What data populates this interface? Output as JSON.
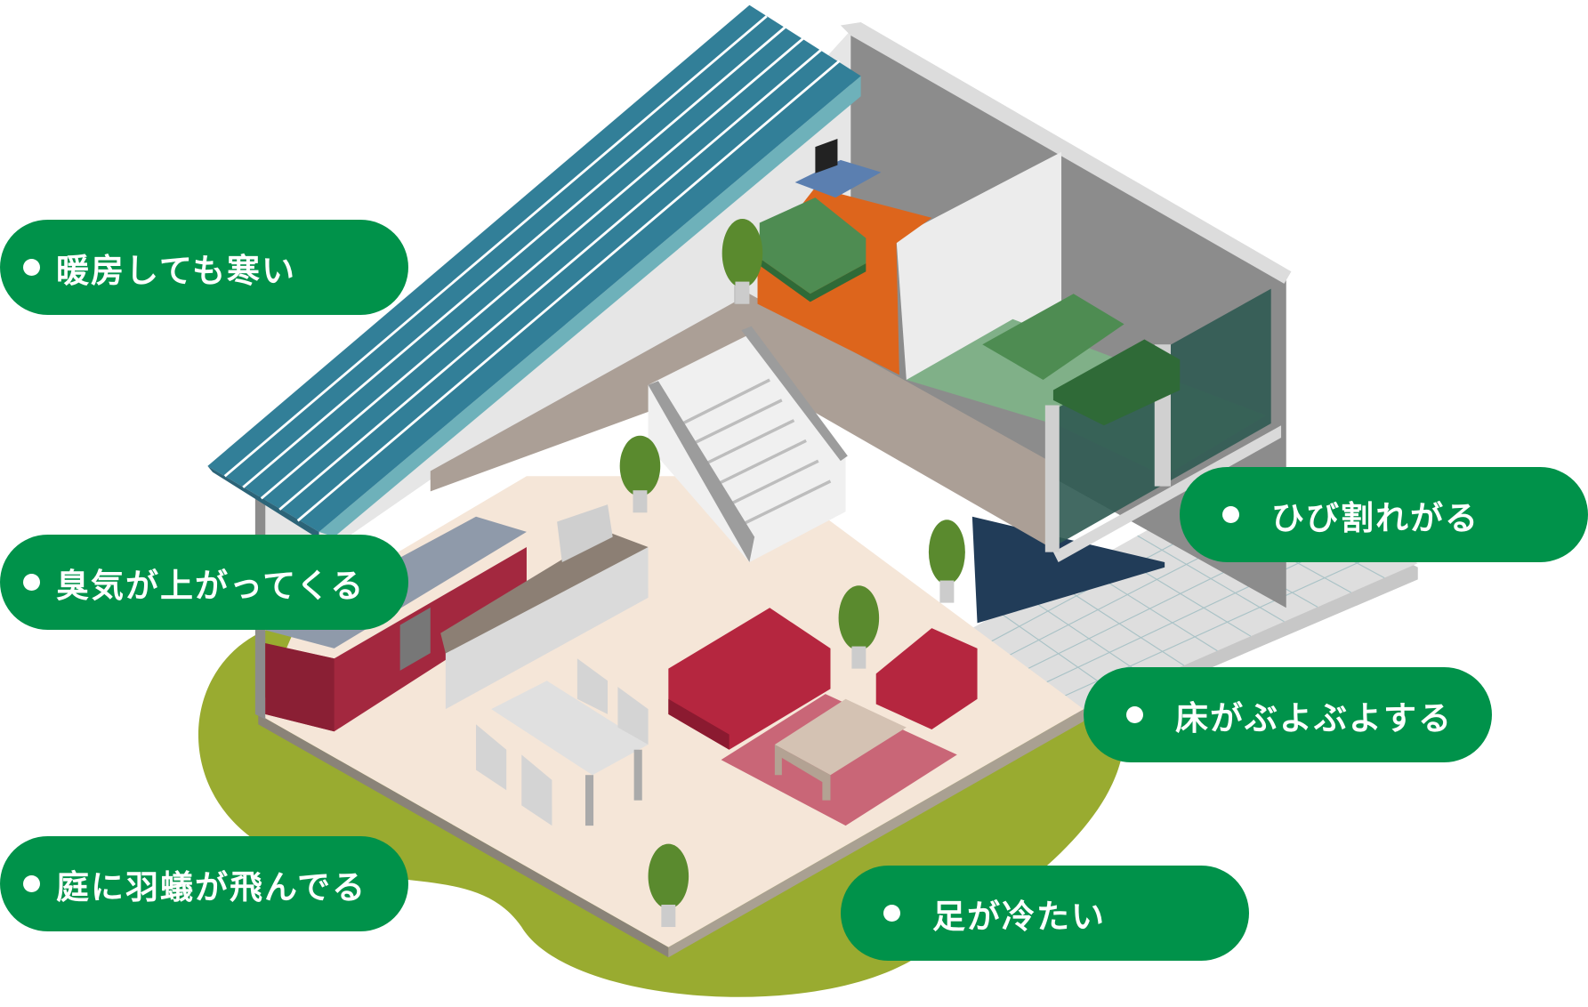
{
  "labels": [
    {
      "text": "暖房しても寒い"
    },
    {
      "text": "臭気が上がってくる"
    },
    {
      "text": "ひび割れがる"
    },
    {
      "text": "床がぶよぶよする"
    },
    {
      "text": "庭に羽蟻が飛んでる"
    },
    {
      "text": "足が冷たい"
    }
  ],
  "colors": {
    "label_bg": "#00924a",
    "label_text": "#ffffff",
    "roof": "#327f98",
    "lawn": "#99ab30"
  }
}
